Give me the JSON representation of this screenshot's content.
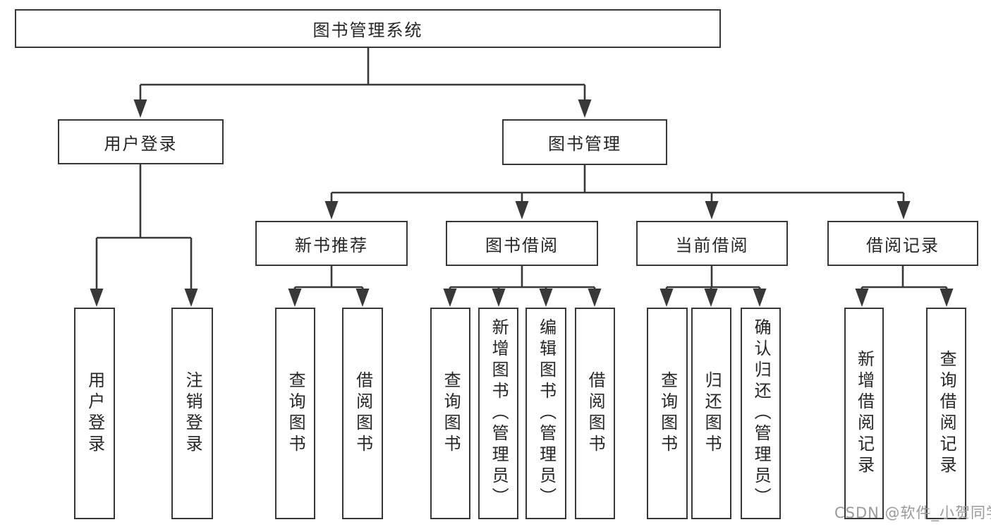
{
  "diagram": {
    "root": {
      "label": "图书管理系统"
    },
    "branches": [
      {
        "label": "用户登录",
        "children": [
          "用户登录",
          "注销登录"
        ]
      },
      {
        "label": "图书管理",
        "sections": [
          {
            "label": "新书推荐",
            "children": [
              "查询图书",
              "借阅图书"
            ]
          },
          {
            "label": "图书借阅",
            "children": [
              "查询图书",
              "新增图书（管理员）",
              "编辑图书（管理员）",
              "借阅图书"
            ]
          },
          {
            "label": "当前借阅",
            "children": [
              "查询图书",
              "归还图书",
              "确认归还（管理员）"
            ]
          },
          {
            "label": "借阅记录",
            "children": [
              "新增借阅记录",
              "查询借阅记录"
            ]
          }
        ]
      }
    ],
    "watermark": "CSDN @软件_小贺同学",
    "colors": {
      "line": "#383838",
      "box_border": "#383838",
      "text": "#262626",
      "watermark": "#9a9a9a",
      "background": "#ffffff"
    }
  }
}
